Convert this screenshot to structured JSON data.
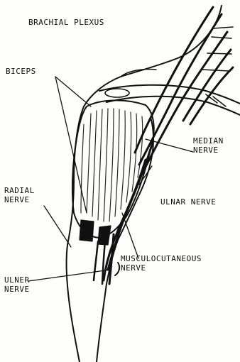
{
  "labels": {
    "brachial_plexus": "BRACHIAL PLEXUS",
    "biceps": "BICEPS",
    "median_nerve": "MEDIAN\nNERVE",
    "radial_nerve": "RADIAL\nNERVE",
    "ulnar_nerve": "ULNAR NERVE",
    "musculocutaneous_nerve": "MUSCULOCUTANEOUS\nNERVE",
    "ulner_nerve": "ULNER\nNERVE"
  },
  "colors": {
    "ink": "#111111",
    "paper": "#fdfdfb"
  }
}
